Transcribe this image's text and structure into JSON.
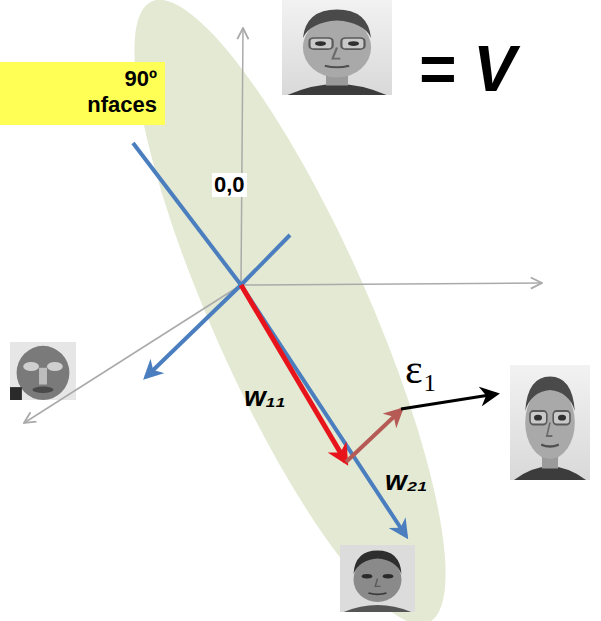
{
  "diagram": {
    "nodes": [
      {
        "text": [
          "90º nfaces"
        ]
      }
    ],
    "labels": [
      "0,0",
      "= V",
      "w₁₁",
      "w₂₁",
      "ε₁"
    ]
  }
}
